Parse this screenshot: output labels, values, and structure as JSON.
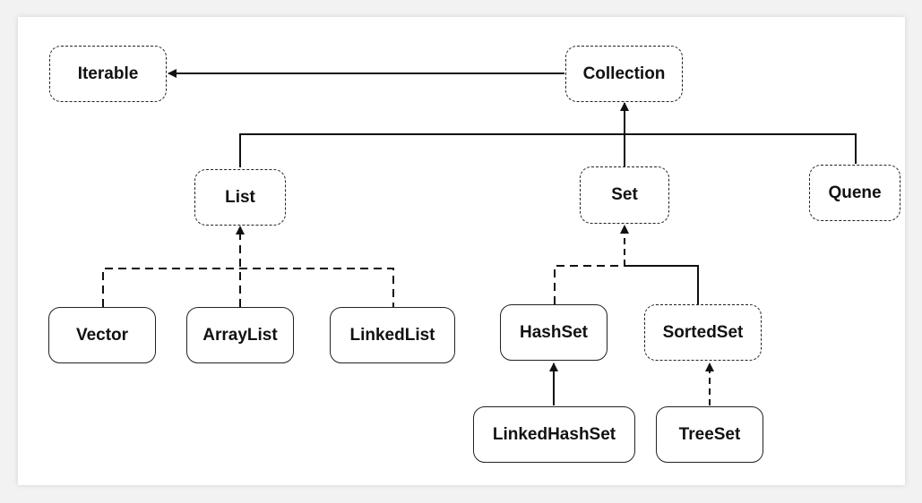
{
  "diagram": {
    "nodes": {
      "iterable": "Iterable",
      "collection": "Collection",
      "list": "List",
      "set": "Set",
      "quene": "Quene",
      "vector": "Vector",
      "arraylist": "ArrayList",
      "linkedlist": "LinkedList",
      "hashset": "HashSet",
      "sortedset": "SortedSet",
      "linkedhashset": "LinkedHashSet",
      "treeset": "TreeSet"
    },
    "edges": [
      {
        "from": "Collection",
        "to": "Iterable",
        "style": "solid"
      },
      {
        "from": "List",
        "to": "Collection",
        "style": "solid"
      },
      {
        "from": "Set",
        "to": "Collection",
        "style": "solid"
      },
      {
        "from": "Quene",
        "to": "Collection",
        "style": "solid"
      },
      {
        "from": "Vector",
        "to": "List",
        "style": "dashed"
      },
      {
        "from": "ArrayList",
        "to": "List",
        "style": "dashed"
      },
      {
        "from": "LinkedList",
        "to": "List",
        "style": "dashed"
      },
      {
        "from": "HashSet",
        "to": "Set",
        "style": "dashed"
      },
      {
        "from": "SortedSet",
        "to": "Set",
        "style": "solid"
      },
      {
        "from": "LinkedHashSet",
        "to": "HashSet",
        "style": "solid"
      },
      {
        "from": "TreeSet",
        "to": "SortedSet",
        "style": "dashed"
      }
    ]
  }
}
